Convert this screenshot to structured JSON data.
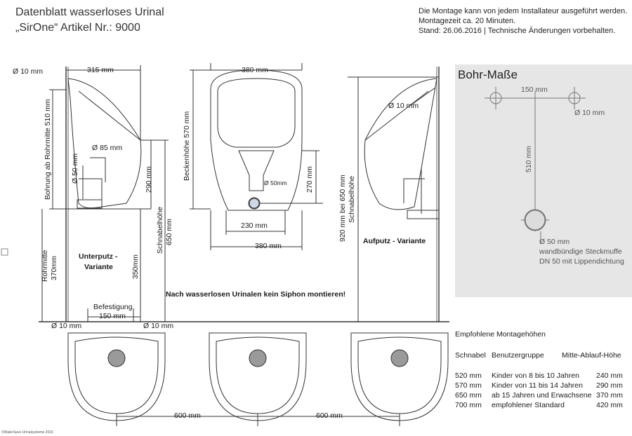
{
  "header": {
    "title_line1": "Datenblatt wasserloses Urinal",
    "title_line2": "„SirOne“ Artikel Nr.: 9000",
    "note_line1": "Die Montage kann von jedem Installateur ausgeführt werden.",
    "note_line2": "Montagezeit ca. 20 Minuten.",
    "note_line3": "Stand: 26.06.2016 | Technische Änderungen vorbehalten."
  },
  "left_view": {
    "dia_10": "Ø 10 mm",
    "width_315": "315 mm",
    "bohrung": "Bohrung ab Rohrmitte 510 mm",
    "dia_85": "Ø 85 mm",
    "dia_50": "Ø 50 mm",
    "h_290": "290 mm",
    "schnabel": "Schnabelhöhe",
    "schnabel_650": "650 mm",
    "rohrmitte": "Rohrmitte",
    "rohrmitte_370": "370mm",
    "variant_line1": "Unterputz -",
    "variant_line2": "Variante",
    "h_350": "350mm",
    "befestigung": "Befestigung",
    "w_150": "150 mm",
    "dia_10_left": "Ø 10 mm",
    "dia_10_right": "Ø 10 mm"
  },
  "front_view": {
    "w_380_top": "380 mm",
    "beckenhoehe": "Beckenhöhe 570 mm",
    "dia_50": "Ø 50mm",
    "h_270": "270 mm",
    "w_230": "230 mm",
    "w_380_bottom": "380 mm"
  },
  "right_view": {
    "dia_10": "Ø 10 mm",
    "height_range": "920 mm bei 650 mm",
    "schnabel": "Schnabelhöhe",
    "variant": "Aufputz - Variante"
  },
  "warning": "Nach wasserlosen Urinalen kein Siphon montieren!",
  "bohr": {
    "title": "Bohr-Maße",
    "w_150": "150 mm",
    "dia_10": "Ø 10 mm",
    "h_510": "510 mm",
    "dia_50": "Ø 50 mm",
    "line2": "wandbündige Steckmuffe",
    "line3": "DN 50 mit Lippendichtung"
  },
  "bottom": {
    "dist_1": "600 mm",
    "dist_2": "600 mm"
  },
  "table": {
    "title": "Empfohlene Montagehöhen",
    "headers": [
      "Schnabel",
      "Benutzergruppe",
      "Mitte-Ablauf-Höhe"
    ],
    "rows": [
      [
        "520 mm",
        "Kinder von 8 bis 10 Jahren",
        "240 mm"
      ],
      [
        "570 mm",
        "Kinder von 11 bis 14 Jahren",
        "290 mm"
      ],
      [
        "650 mm",
        "ab 15 Jahren und Erwachsene",
        "370 mm"
      ],
      [
        "700 mm",
        "empfohlener Standard",
        "420 mm"
      ]
    ]
  },
  "footer": "©WaterSave Urinalsysteme 2016"
}
